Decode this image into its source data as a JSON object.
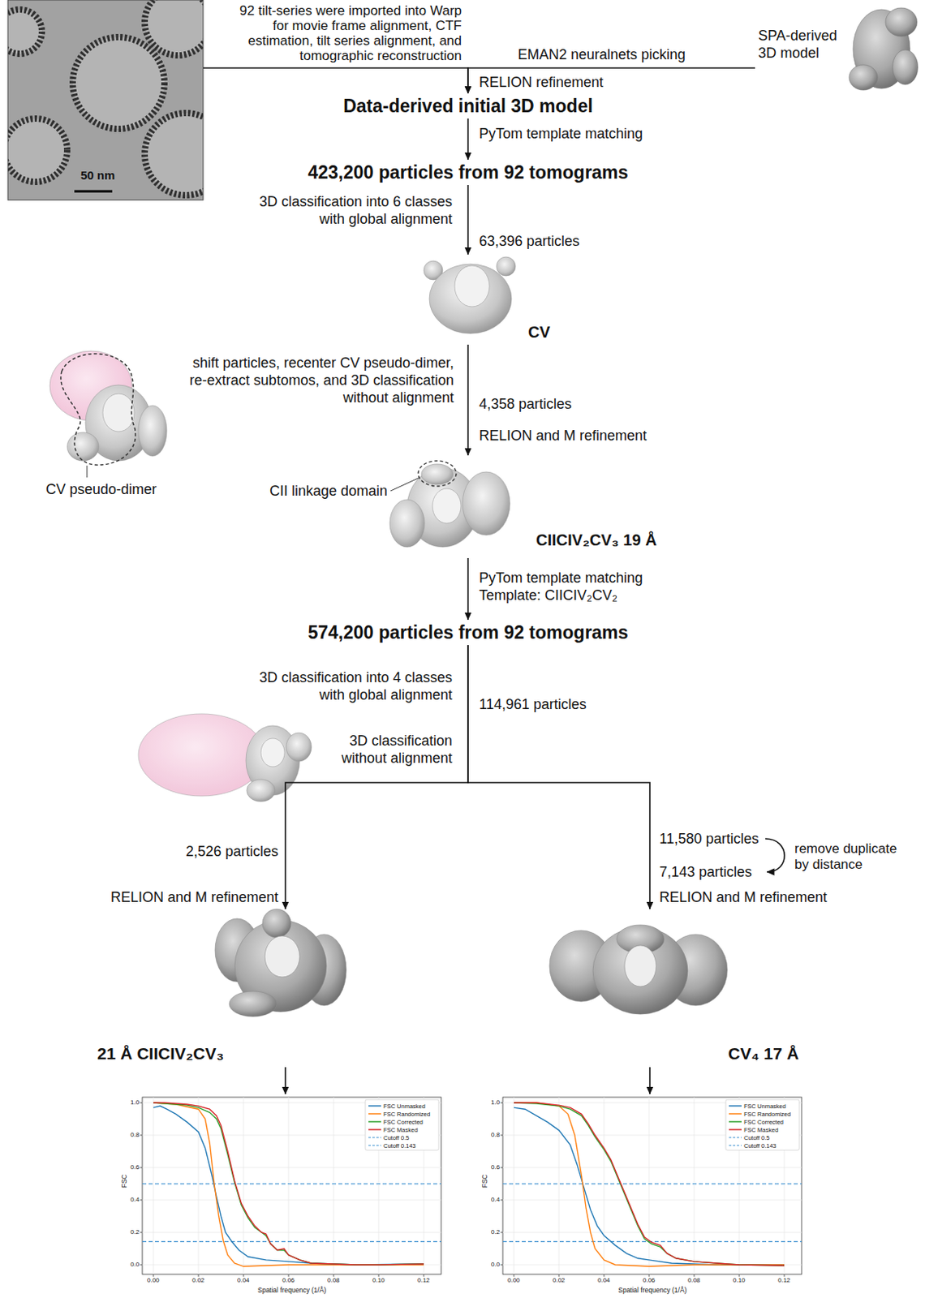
{
  "diagram": {
    "nodes": [
      {
        "text": [
          "50 nm"
        ]
      },
      {
        "text": [
          "SPA-derived 3D model"
        ]
      },
      {
        "text": [
          "Data-derived initial 3D model"
        ]
      },
      {
        "text": [
          "423,200 particles from 92 tomograms"
        ]
      },
      {
        "text": [
          "CV"
        ]
      },
      {
        "text": [
          "CIICIV₂CV₃ 19 Å"
        ]
      },
      {
        "text": [
          "574,200 particles from 92 tomograms"
        ]
      },
      {
        "text": [
          "21 Å CIICIV₂CV₃"
        ]
      },
      {
        "text": [
          "CV₄ 17 Å"
        ]
      },
      {
        "text": [
          "FSC",
          "Spatial frequency (1/Å)"
        ]
      },
      {
        "text": [
          "FSC",
          "Spatial frequency (1/Å)"
        ]
      }
    ],
    "edges": [
      {
        "from": 0,
        "to": 2,
        "arrow": "to"
      },
      {
        "from": 1,
        "to": 2,
        "arrow": "to"
      },
      {
        "from": 2,
        "to": 3,
        "arrow": "to"
      },
      {
        "from": 3,
        "to": 4,
        "arrow": "to"
      },
      {
        "from": 4,
        "to": 5,
        "arrow": "to"
      },
      {
        "from": 5,
        "to": 6,
        "arrow": "to"
      },
      {
        "from": 6,
        "to": 7,
        "arrow": "to"
      },
      {
        "from": 6,
        "to": 8,
        "arrow": "to"
      },
      {
        "from": 7,
        "to": 9,
        "arrow": "to"
      },
      {
        "from": 8,
        "to": 10,
        "arrow": "to"
      }
    ],
    "labels": [
      "92 tilt-series were imported into Warp for movie frame alignment, CTF estimation, tilt series alignment, and tomographic reconstruction",
      "EMAN2 neuralnets picking",
      "RELION refinement",
      "PyTom template matching",
      "3D classification into 6 classes with global alignment",
      "63,396 particles",
      "shift particles, recenter CV pseudo-dimer, re-extract subtomos, and 3D classification without alignment",
      "4,358 particles",
      "CV pseudo-dimer",
      "RELION and M refinement",
      "CII linkage domain",
      "PyTom template matching Template: CIICIV₂CV₂",
      "3D classification into 4 classes with global alignment",
      "114,961 particles",
      "3D classification without alignment",
      "2,526 particles",
      "11,580 particles",
      "remove duplicate by distance",
      "7,143 particles",
      "RELION and M refinement",
      "RELION and M refinement",
      "1.0",
      "0.8",
      "0.6",
      "0.4",
      "0.2",
      "0.0",
      "0.00",
      "0.02",
      "0.04",
      "0.06",
      "0.08",
      "0.10",
      "0.12",
      "1.0",
      "0.8",
      "0.6",
      "0.4",
      "0.2",
      "0.0",
      "0.00",
      "0.02",
      "0.04",
      "0.06",
      "0.08",
      "0.10",
      "0.12"
    ],
    "legend": [
      {
        "text": "FSC Unmasked"
      },
      {
        "text": "FSC Randomized"
      },
      {
        "text": "FSC Corrected"
      },
      {
        "text": "FSC Masked"
      },
      {
        "text": "Cutoff 0.5"
      },
      {
        "text": "Cutoff 0.143"
      },
      {
        "text": "FSC Unmasked"
      },
      {
        "text": "FSC Randomized"
      },
      {
        "text": "FSC Corrected"
      },
      {
        "text": "FSC Masked"
      },
      {
        "text": "Cutoff 0.5"
      },
      {
        "text": "Cutoff 0.143"
      }
    ]
  }
}
